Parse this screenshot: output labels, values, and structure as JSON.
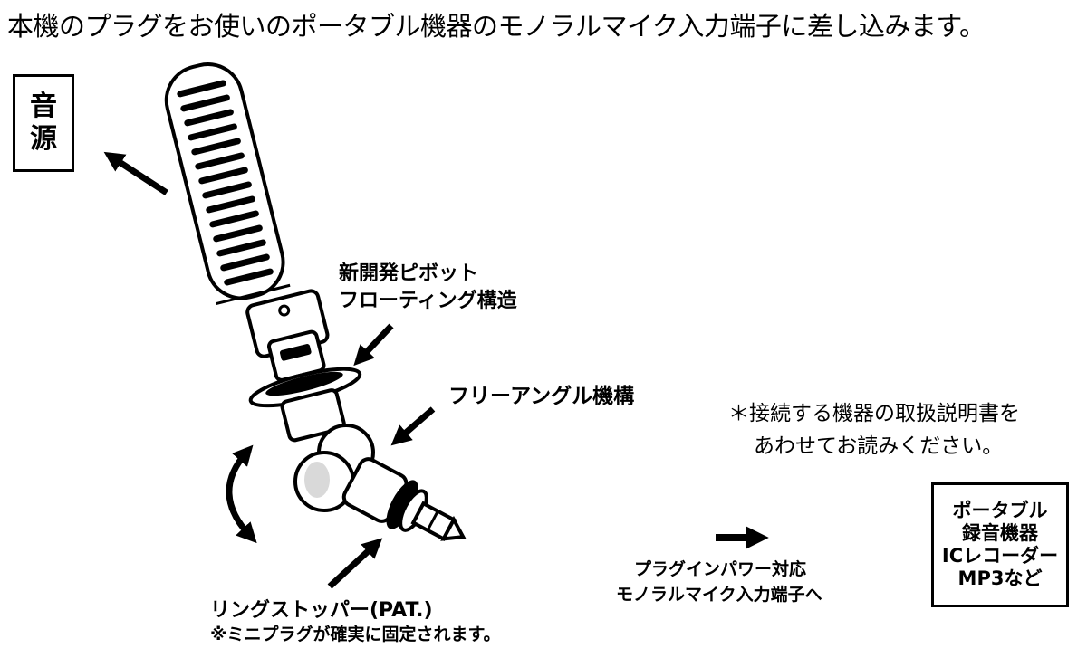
{
  "instruction": "本機のプラグをお使いのポータブル機器のモノラルマイク入力端子に差し込みます。",
  "source_label": [
    "音",
    "源"
  ],
  "pivot_label": [
    "新開発ピボット",
    "フローティング構造"
  ],
  "angle_label": "フリーアングル機構",
  "note": [
    "＊接続する機器の取扱説明書を",
    "あわせてお読みください。"
  ],
  "device_box": [
    "ポータブル",
    "録音機器",
    "ICレコーダー",
    "MP3など"
  ],
  "plug_power_label": [
    "プラグインパワー対応",
    "モノラルマイク入力端子へ"
  ],
  "ring_stopper_label": "リングストッパー(PAT.)",
  "ring_stopper_note": "※ミニプラグが確実に固定されます。"
}
